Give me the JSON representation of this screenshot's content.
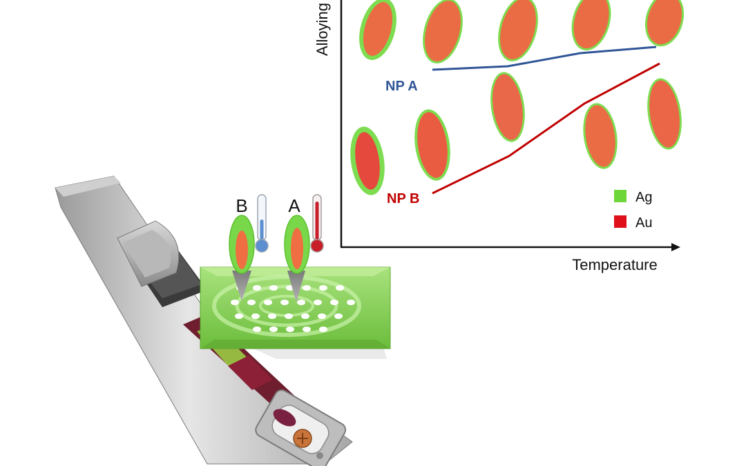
{
  "figure": {
    "y_axis_label": "Alloying",
    "x_axis_label": "Temperature",
    "np_a_label": "NP A",
    "np_b_label": "NP B",
    "probe_b_label": "B",
    "probe_a_label": "A",
    "legend": [
      {
        "label": "Ag",
        "color": "#6fd63a"
      },
      {
        "label": "Au",
        "color": "#e0101a"
      }
    ]
  },
  "colors": {
    "np_a_line": "#2f5597",
    "np_b_line": "#c00000",
    "shell_green": "#7ddc4f",
    "core_orange": "#ec6a45",
    "chip_green": "#8ed35e",
    "np_a_text": "#2f5597",
    "np_b_text": "#c00000"
  },
  "icons": [
    "thermometer-cold-icon",
    "thermometer-hot-icon"
  ]
}
